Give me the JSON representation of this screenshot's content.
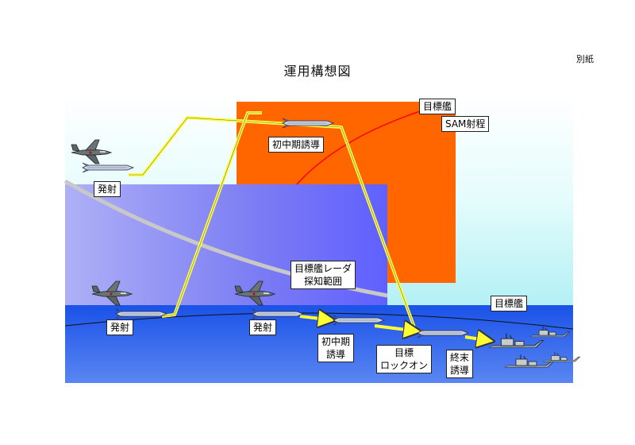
{
  "header": {
    "title": "運用構想図",
    "attachment_label": "別紙"
  },
  "labels": {
    "target_ship_top": "目標艦",
    "sam_range": "SAM射程",
    "mid_guidance_top": "初中期誘導",
    "launch_air": "発射",
    "radar_range_line1": "目標艦レーダ",
    "radar_range_line2": "探知範囲",
    "target_ship_bottom": "目標艦",
    "launch_low_1": "発射",
    "launch_low_2": "発射",
    "mid_guidance_low_line1": "初中期",
    "mid_guidance_low_line2": "誘導",
    "target_lockon_line1": "目標",
    "target_lockon_line2": "ロックオン",
    "terminal_guidance_line1": "終末",
    "terminal_guidance_line2": "誘導"
  },
  "colors": {
    "sam_zone": "#ff6600",
    "radar_zone": "#6666ff",
    "sky": "#d4fbfb",
    "sea": "#2b64ee",
    "trajectory": "#ffff44",
    "sam_arc": "#ff0000"
  }
}
